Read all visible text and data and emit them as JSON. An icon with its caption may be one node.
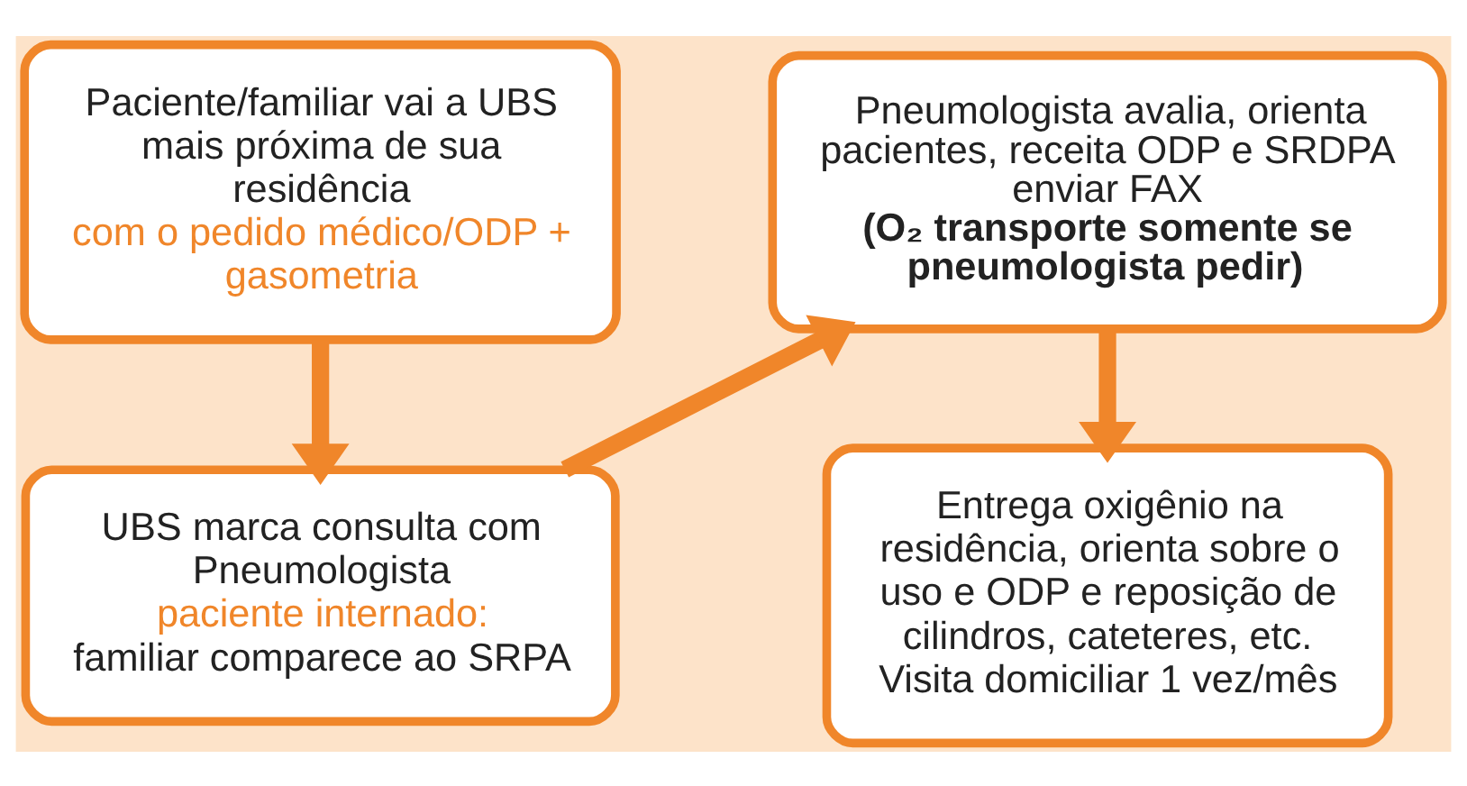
{
  "diagram": {
    "nodes": [
      {
        "text": [
          "Paciente/familiar vai a UBS mais próxima de sua residência",
          "com o pedido médico/ODP + gasometria"
        ]
      },
      {
        "text": [
          "UBS marca consulta com Pneumologista",
          "paciente internado:",
          "familiar comparece ao SRPA"
        ]
      },
      {
        "text": [
          "Pneumologista avalia, orienta pacientes, receita ODP e SRDPA enviar FAX",
          "(O₂ transporte somente se pneumologista pedir)"
        ]
      },
      {
        "text": [
          "Entrega oxigênio na residência, orienta sobre o uso e ODP e reposição de cilindros, cateteres, etc. Visita domiciliar 1 vez/mês"
        ]
      }
    ],
    "edges": [
      {
        "from": 0,
        "to": 1,
        "arrow": "to"
      },
      {
        "from": 1,
        "to": 2,
        "arrow": "to"
      },
      {
        "from": 2,
        "to": 3,
        "arrow": "to"
      }
    ]
  }
}
